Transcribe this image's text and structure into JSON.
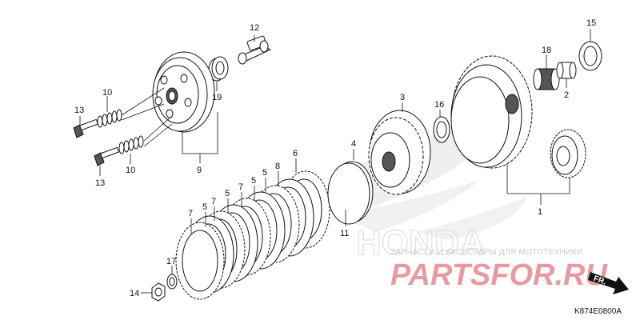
{
  "drawing_code": "K874E0800A",
  "watermark": {
    "brand_text": "HONDA",
    "subtitle": "ЗАПЧАСТИ И АКСЕСУАРЫ ДЛЯ МОТОТЕХНИКИ",
    "site": "PARTSFOR.RU"
  },
  "direction_marker": "FR.",
  "callouts": [
    {
      "label": "12"
    },
    {
      "label": "15"
    },
    {
      "label": "18"
    },
    {
      "label": "3"
    },
    {
      "label": "2"
    },
    {
      "label": "16"
    },
    {
      "label": "10"
    },
    {
      "label": "19"
    },
    {
      "label": "13"
    },
    {
      "label": "13"
    },
    {
      "label": "10"
    },
    {
      "label": "9"
    },
    {
      "label": "4"
    },
    {
      "label": "6"
    },
    {
      "label": "8"
    },
    {
      "label": "5"
    },
    {
      "label": "5"
    },
    {
      "label": "7"
    },
    {
      "label": "5"
    },
    {
      "label": "7"
    },
    {
      "label": "5"
    },
    {
      "label": "7"
    },
    {
      "label": "5"
    },
    {
      "label": "1"
    },
    {
      "label": "11"
    },
    {
      "label": "17"
    },
    {
      "label": "14"
    }
  ]
}
